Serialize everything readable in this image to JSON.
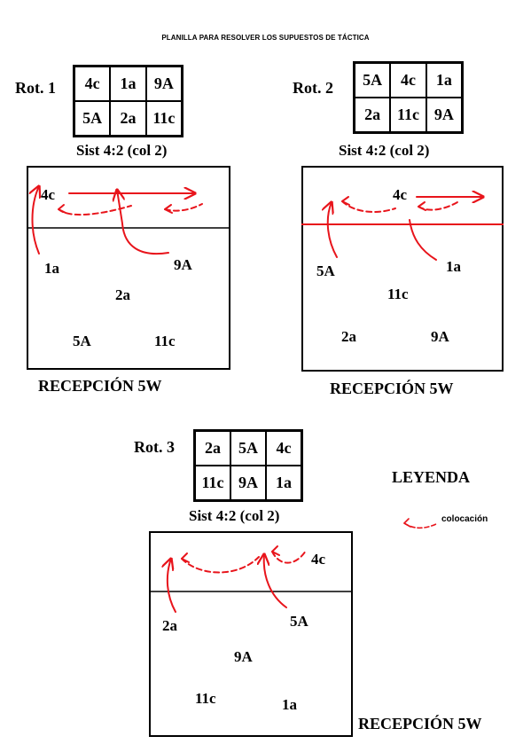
{
  "page_title": "PLANILLA PARA RESOLVER LOS SUPUESTOS DE TÁCTICA",
  "rotations": [
    {
      "label": "Rot. 1",
      "grid": [
        [
          "4c",
          "1a",
          "9A"
        ],
        [
          "5A",
          "2a",
          "11c"
        ]
      ],
      "system": "Sist 4:2 (col 2)",
      "players": {
        "4c": "4c",
        "1a": "1a",
        "9A": "9A",
        "2a": "2a",
        "5A": "5A",
        "11c": "11c"
      },
      "reception": "RECEPCIÓN 5W"
    },
    {
      "label": "Rot. 2",
      "grid": [
        [
          "5A",
          "4c",
          "1a"
        ],
        [
          "2a",
          "11c",
          "9A"
        ]
      ],
      "system": "Sist 4:2 (col 2)",
      "players": {
        "4c": "4c",
        "5A": "5A",
        "1a": "1a",
        "11c": "11c",
        "2a": "2a",
        "9A": "9A"
      },
      "reception": "RECEPCIÓN 5W"
    },
    {
      "label": "Rot. 3",
      "grid": [
        [
          "2a",
          "5A",
          "4c"
        ],
        [
          "11c",
          "9A",
          "1a"
        ]
      ],
      "system": "Sist 4:2 (col 2)",
      "players": {
        "4c": "4c",
        "2a": "2a",
        "5A": "5A",
        "9A": "9A",
        "11c": "11c",
        "1a": "1a"
      },
      "reception": "RECEPCIÓN 5W"
    }
  ],
  "legend": {
    "title": "LEYENDA",
    "item": "colocación",
    "color": "#e8141b"
  }
}
